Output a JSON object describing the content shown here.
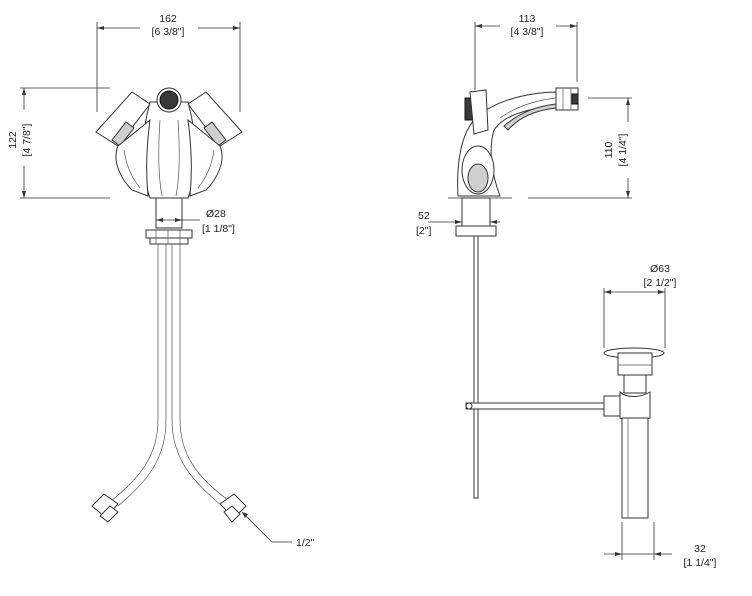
{
  "dimensions": {
    "front_width": {
      "metric": "162",
      "imperial": "[6 3/8\"]"
    },
    "front_height": {
      "metric": "122",
      "imperial": "[4 7/8\"]"
    },
    "front_shank": {
      "metric": "Ø28",
      "imperial": "[1 1/8\"]"
    },
    "hose_connection": {
      "label": "1/2\""
    },
    "side_reach": {
      "metric": "113",
      "imperial": "[4 3/8\"]"
    },
    "side_height": {
      "metric": "110",
      "imperial": "[4 1/4\"]"
    },
    "side_base": {
      "metric": "52",
      "imperial": "[2\"]"
    },
    "drain_top": {
      "metric": "Ø63",
      "imperial": "[2 1/2\"]"
    },
    "drain_tail": {
      "metric": "32",
      "imperial": "[1 1/4\"]"
    }
  }
}
